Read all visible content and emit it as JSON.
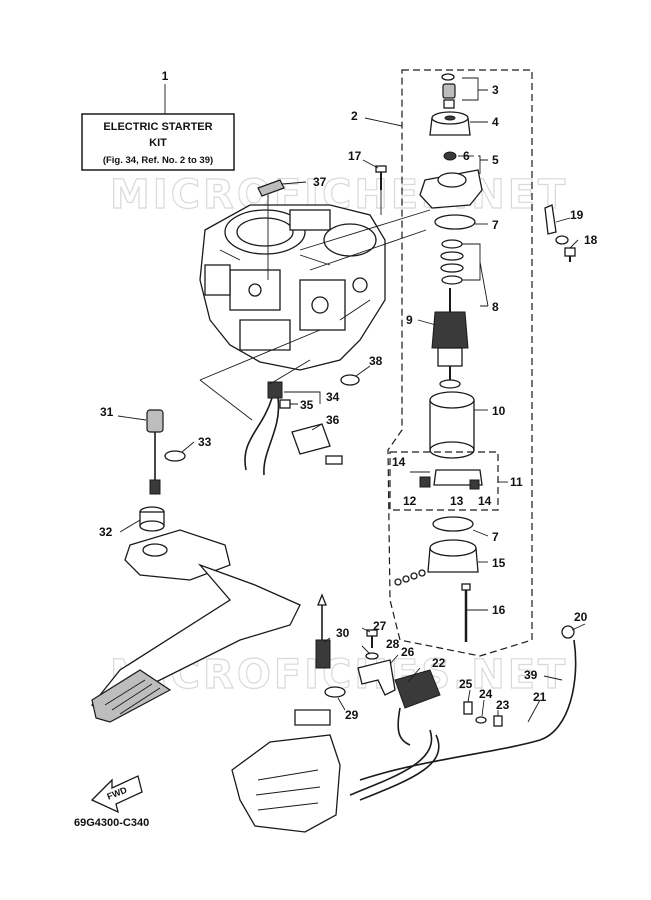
{
  "kit_label": {
    "number": "1",
    "line1": "ELECTRIC STARTER",
    "line2": "KIT",
    "line3": "(Fig. 34, Ref. No. 2 to 39)"
  },
  "figure_code": "69G4300-C340",
  "fwd_label": "FWD",
  "watermark": "MICROFICHES.NET",
  "callouts": {
    "c2": "2",
    "c3": "3",
    "c4": "4",
    "c5": "5",
    "c6": "6",
    "c7a": "7",
    "c8": "8",
    "c9": "9",
    "c10": "10",
    "c11": "11",
    "c12": "12",
    "c13": "13",
    "c14a": "14",
    "c14b": "14",
    "c7b": "7",
    "c15": "15",
    "c16": "16",
    "c17": "17",
    "c18": "18",
    "c19": "19",
    "c20": "20",
    "c21": "21",
    "c22": "22",
    "c23": "23",
    "c24": "24",
    "c25": "25",
    "c26": "26",
    "c27": "27",
    "c28": "28",
    "c29": "29",
    "c30": "30",
    "c31": "31",
    "c32": "32",
    "c33": "33",
    "c34": "34",
    "c35": "35",
    "c36": "36",
    "c37": "37",
    "c38": "38",
    "c39": "39"
  }
}
